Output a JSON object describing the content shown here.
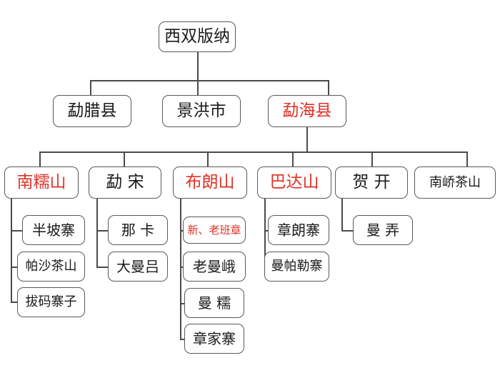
{
  "diagram": {
    "title_text": "西双版纳",
    "colors": {
      "highlight": "#e03127",
      "text": "#1a1a1a",
      "border": "#595959",
      "line": "#4a4a4a",
      "background": "#ffffff"
    },
    "root": {
      "label": "西双版纳",
      "highlighted": false
    },
    "level2": [
      {
        "label": "勐腊县",
        "highlighted": false
      },
      {
        "label": "景洪市",
        "highlighted": false
      },
      {
        "label": "勐海县",
        "highlighted": true
      }
    ],
    "level3": [
      {
        "label": "南糯山",
        "highlighted": true
      },
      {
        "label": "勐 宋",
        "highlighted": false
      },
      {
        "label": "布朗山",
        "highlighted": true
      },
      {
        "label": "巴达山",
        "highlighted": true
      },
      {
        "label": "贺 开",
        "highlighted": false
      },
      {
        "label": "南峤茶山",
        "highlighted": false
      }
    ],
    "leaves": {
      "nannuoshan": [
        {
          "label": "半坡寨",
          "highlighted": false
        },
        {
          "label": "帕沙茶山",
          "highlighted": false
        },
        {
          "label": "拔码寨子",
          "highlighted": false
        }
      ],
      "mengsong": [
        {
          "label": "那 卡",
          "highlighted": false
        },
        {
          "label": "大曼吕",
          "highlighted": false
        }
      ],
      "bulangshan": [
        {
          "label": "新、老班章",
          "highlighted": true
        },
        {
          "label": "老曼峨",
          "highlighted": false
        },
        {
          "label": "曼 糯",
          "highlighted": false
        },
        {
          "label": "章家寨",
          "highlighted": false
        }
      ],
      "badashan": [
        {
          "label": "章朗寨",
          "highlighted": false
        },
        {
          "label": "曼帕勒寨",
          "highlighted": false
        }
      ],
      "hekai": [
        {
          "label": "曼 弄",
          "highlighted": false
        }
      ],
      "nanqiaochashan": []
    }
  }
}
